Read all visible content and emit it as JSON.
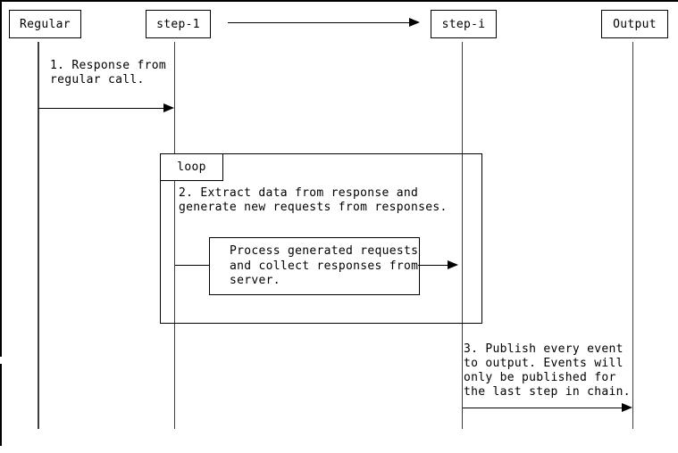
{
  "diagram": {
    "type": "sequence-diagram",
    "actors": [
      {
        "id": "regular",
        "label": "Regular"
      },
      {
        "id": "step-1",
        "label": "step-1"
      },
      {
        "id": "step-i",
        "label": "step-i"
      },
      {
        "id": "output",
        "label": "Output"
      }
    ],
    "loop_fragment": {
      "label": "loop"
    },
    "messages": {
      "msg1": {
        "from": "Regular",
        "to": "step-1",
        "lines": [
          "1. Response from",
          "regular call."
        ]
      },
      "msg2": {
        "from": "step-1",
        "to": "step-1",
        "lines": [
          "2. Extract data from response and",
          "generate new requests from responses."
        ]
      },
      "process_box": {
        "from": "step-1",
        "to": "step-i",
        "lines": [
          "Process generated requests",
          "and collect responses from",
          "server."
        ]
      },
      "msg3": {
        "from": "step-i",
        "to": "Output",
        "lines": [
          "3. Publish every event",
          "to output. Events will",
          "only be published for",
          "the last step in chain."
        ]
      }
    },
    "colors": {
      "line": "#000000",
      "lifeline": "#3d3d3d",
      "background": "#ffffff",
      "text": "#000000"
    }
  }
}
